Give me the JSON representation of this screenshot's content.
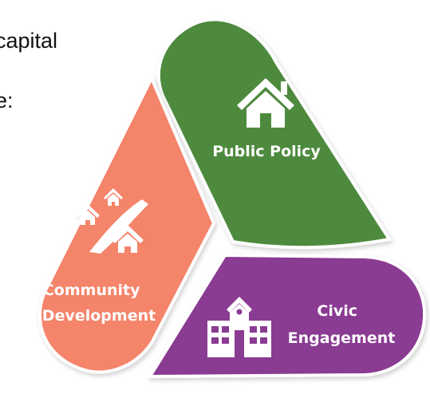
{
  "background_text": {
    "line1": "capital",
    "line2": "e:"
  },
  "segments": [
    {
      "id": "public-policy",
      "label_lines": [
        "Public Policy"
      ],
      "color": "#4E8A3E",
      "icon": "house-icon"
    },
    {
      "id": "community-development",
      "label_lines": [
        "Community",
        "Development"
      ],
      "color": "#F4846A",
      "icon": "neighborhood-icon"
    },
    {
      "id": "civic-engagement",
      "label_lines": [
        "Civic",
        "Engagement"
      ],
      "color": "#8A3B92",
      "icon": "school-building-icon"
    }
  ],
  "colors": {
    "divider": "#ffffff",
    "text": "#ffffff"
  }
}
